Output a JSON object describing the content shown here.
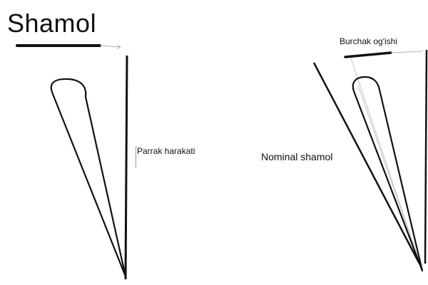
{
  "diagram": {
    "title": "Shamol",
    "labels": {
      "parrak_harakati": "Parrak harakati",
      "nominal_shamol": "Nominal shamol",
      "burchak_ogishi": "Burchak og'ishi"
    }
  }
}
